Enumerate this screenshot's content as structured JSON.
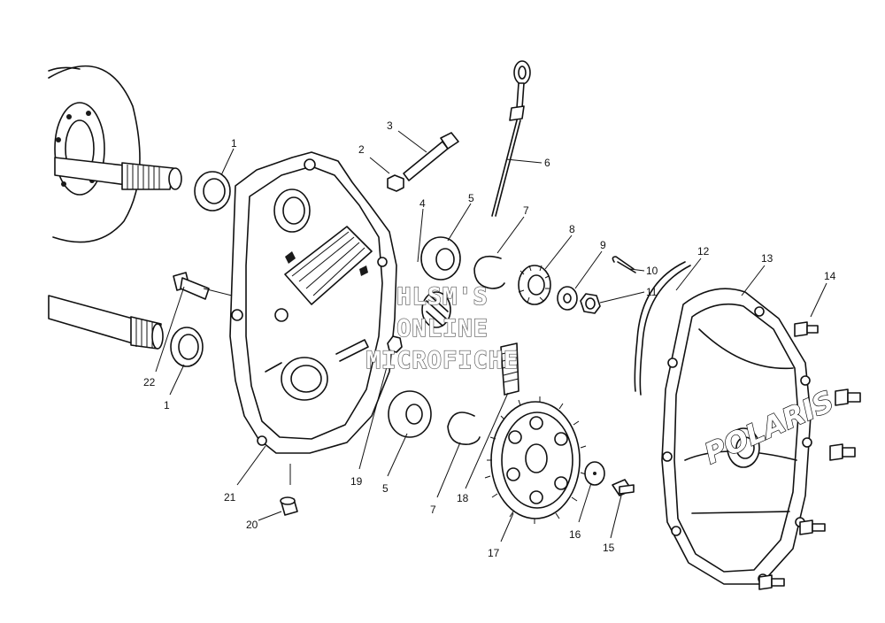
{
  "diagram": {
    "callouts": [
      {
        "id": "c1a",
        "label": "1"
      },
      {
        "id": "c2",
        "label": "2"
      },
      {
        "id": "c3",
        "label": "3"
      },
      {
        "id": "c4",
        "label": "4"
      },
      {
        "id": "c5a",
        "label": "5"
      },
      {
        "id": "c6",
        "label": "6"
      },
      {
        "id": "c7a",
        "label": "7"
      },
      {
        "id": "c8",
        "label": "8"
      },
      {
        "id": "c9",
        "label": "9"
      },
      {
        "id": "c10",
        "label": "10"
      },
      {
        "id": "c11",
        "label": "11"
      },
      {
        "id": "c12",
        "label": "12"
      },
      {
        "id": "c13",
        "label": "13"
      },
      {
        "id": "c14",
        "label": "14"
      },
      {
        "id": "c22",
        "label": "22"
      },
      {
        "id": "c1b",
        "label": "1"
      },
      {
        "id": "c19",
        "label": "19"
      },
      {
        "id": "c5b",
        "label": "5"
      },
      {
        "id": "c7b",
        "label": "7"
      },
      {
        "id": "c18",
        "label": "18"
      },
      {
        "id": "c21",
        "label": "21"
      },
      {
        "id": "c20",
        "label": "20"
      },
      {
        "id": "c17",
        "label": "17"
      },
      {
        "id": "c16",
        "label": "16"
      },
      {
        "id": "c15",
        "label": "15"
      }
    ],
    "watermark": [
      "HLSM'S",
      "ONLINE",
      "MICROFICHE"
    ],
    "cover_brand": "POLARIS"
  }
}
